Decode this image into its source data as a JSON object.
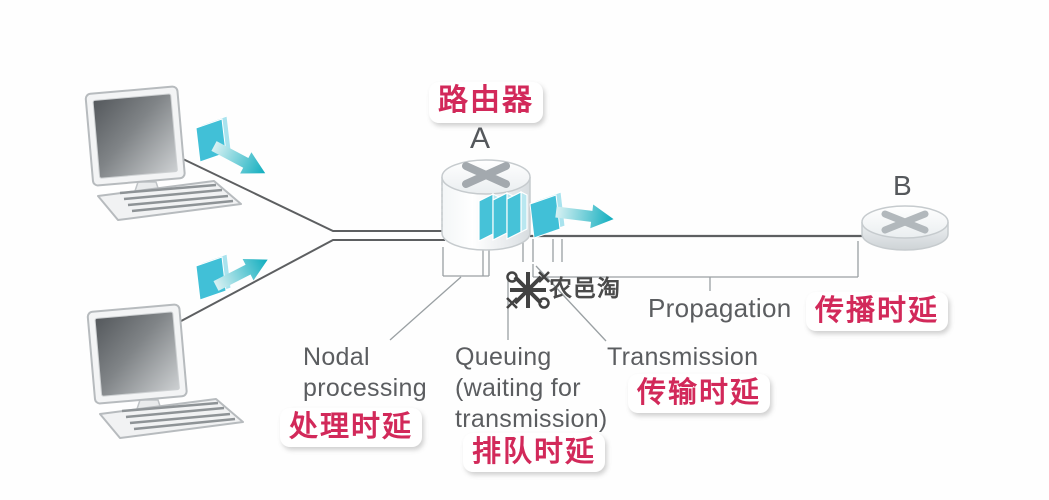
{
  "nodes": {
    "router_a_label": "A",
    "router_b_label": "B",
    "router_zh": "路由器"
  },
  "delays": {
    "nodal": {
      "en": "Nodal\nprocessing",
      "zh": "处理时延"
    },
    "queuing": {
      "en": "Queuing\n(waiting for\ntransmission)",
      "zh": "排队时延"
    },
    "transmission": {
      "en": "Transmission",
      "zh": "传输时延"
    },
    "propagation": {
      "en": "Propagation",
      "zh": "传播时延"
    }
  },
  "watermark": {
    "text": "农邑淘",
    "logo": "oxxo-asterisk"
  },
  "icons": {
    "router": "cylinder-with-x-router-icon",
    "computer": "desktop-pc-icon",
    "packet": "teal-packet-icon",
    "arrow": "teal-flow-arrow-icon"
  },
  "colors": {
    "accent_pink": "#d2295a",
    "packet_teal": "#41c0d7",
    "line_gray": "#5d5f61",
    "bracket_gray": "#9aa0a3"
  }
}
